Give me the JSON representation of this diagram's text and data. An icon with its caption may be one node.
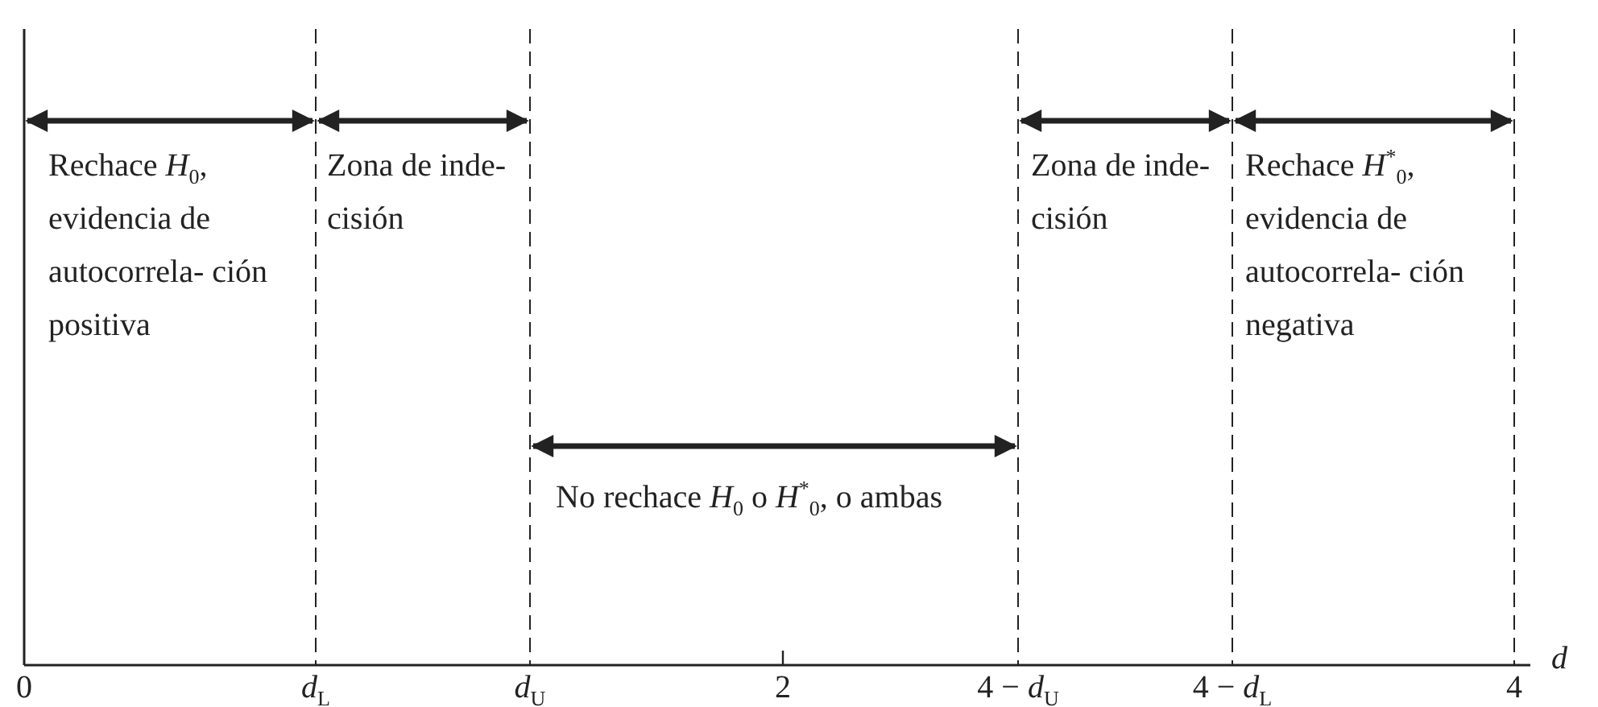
{
  "diagram": {
    "labels": [
      "Rechace *H*$_{0}$, evidencia de autocorrela- ción positiva",
      "Zona de inde- cisión",
      "Zona de inde- cisión",
      "Rechace *H*$^{*}$$_{0}$, evidencia de autocorrela- ción negativa",
      "No rechace *H*$_{0}$ o *H*$^{*}$$_{0}$, o ambas",
      "d",
      "0",
      "*d*$_{L}$",
      "*d*$_{U}$",
      "2",
      "4 − *d*$_{U}$",
      "4 − *d*$_{L}$",
      "4"
    ]
  }
}
